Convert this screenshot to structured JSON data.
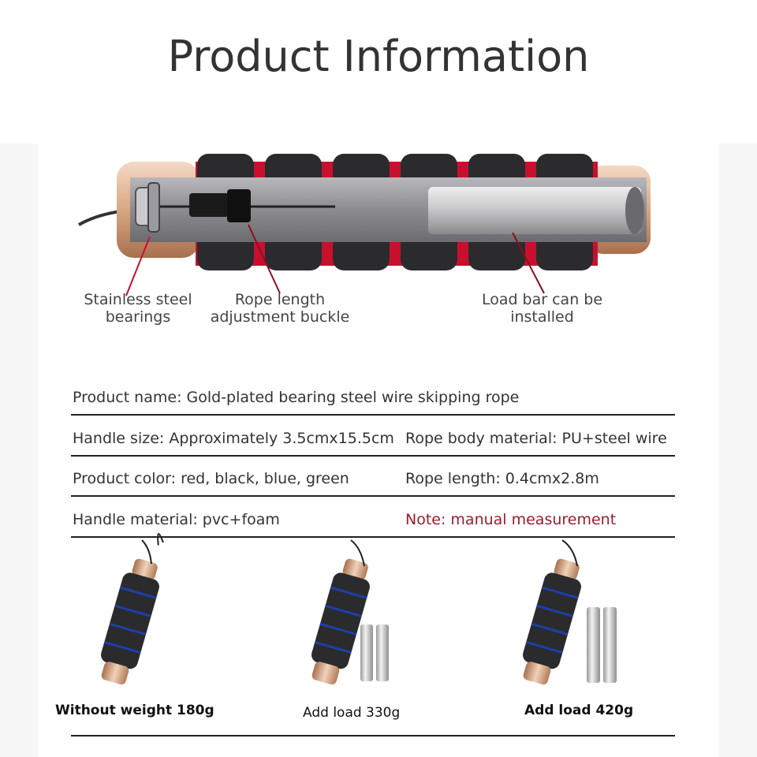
{
  "title": "Product Information",
  "callouts": {
    "bearings": [
      "Stainless steel",
      "bearings"
    ],
    "buckle": [
      "Rope length",
      "adjustment buckle"
    ],
    "load_bar": [
      "Load bar can be",
      "installed"
    ]
  },
  "specs": {
    "product_name": "Product name: Gold-plated bearing steel wire skipping rope",
    "handle_size": "Handle size: Approximately 3.5cmx15.5cm",
    "rope_material": "Rope body material: PU+steel wire",
    "color": "Product color: red, black, blue, green",
    "rope_length": "Rope length: 0.4cmx2.8m",
    "handle_material": "Handle material: pvc+foam",
    "note": "Note: manual measurement"
  },
  "weights": [
    {
      "label": "Without weight 180g",
      "bars": 0
    },
    {
      "label": "Add load 330g",
      "bars": 2
    },
    {
      "label": "Add load 420g",
      "bars": 2
    }
  ],
  "colors": {
    "note": "#9b1b30",
    "accent_red": "#c8102e",
    "foam": "#2b2b2e",
    "handle_grey": "#8a8a8e"
  }
}
